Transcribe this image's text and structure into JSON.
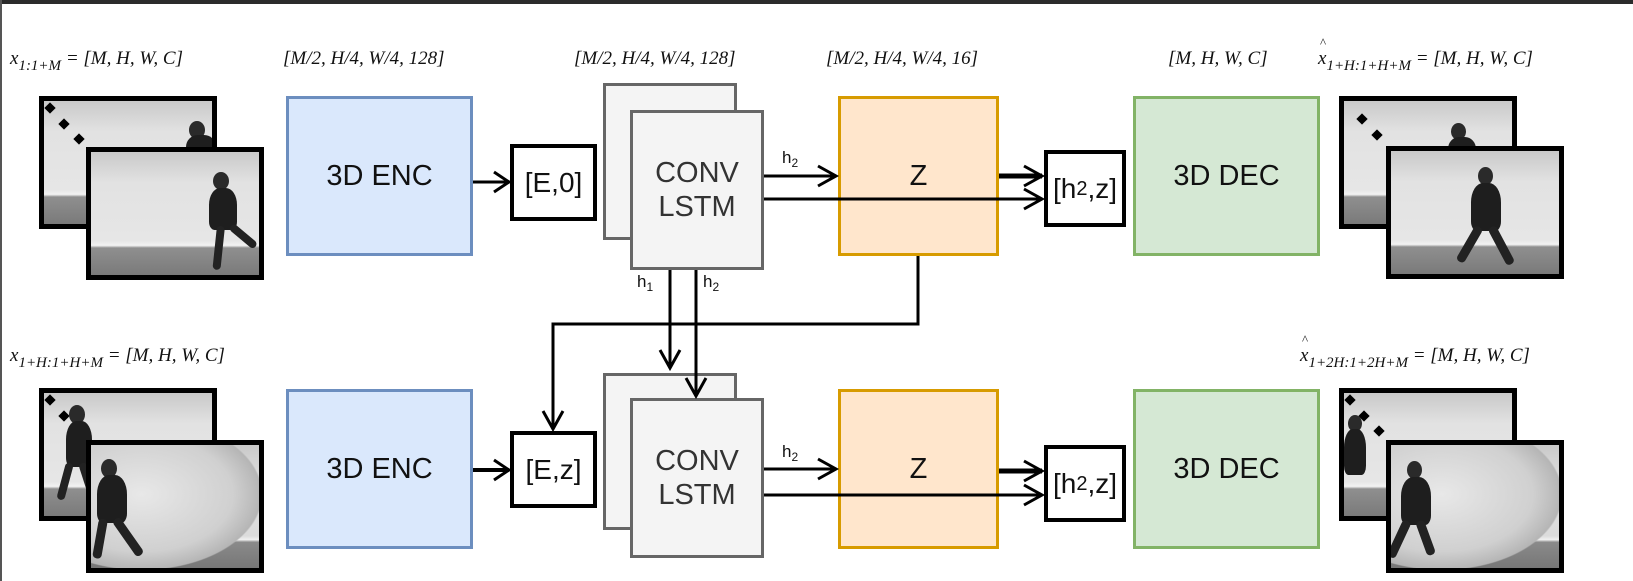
{
  "diagram": {
    "top_row": {
      "input_label": {
        "var": "x",
        "sub": "1:1+M",
        "shape": "= [M, H, W, C]"
      },
      "enc_shape": "[M/2, H/4, W/4, 128]",
      "lstm_shape": "[M/2, H/4, W/4, 128]",
      "z_shape": "[M/2, H/4, W/4, 16]",
      "dec_shape": "[M, H, W, C]",
      "output_label": {
        "var": "x",
        "sub": "1+H:1+H+M",
        "shape": "= [M, H, W, C]"
      },
      "encoder": "3D ENC",
      "concat_in": "[E,0]",
      "lstm_line1": "CONV",
      "lstm_line2": "LSTM",
      "z": "Z",
      "concat_out_pre": "[h",
      "concat_out_sub": "2",
      "concat_out_post": ",z]",
      "decoder": "3D DEC",
      "h2_label": "h",
      "h2_sub": "2"
    },
    "bottom_row": {
      "input_label": {
        "var": "x",
        "sub": "1+H:1+H+M",
        "shape": "= [M, H, W, C]"
      },
      "output_label": {
        "var": "x",
        "sub": "1+2H:1+2H+M",
        "shape": "= [M, H, W, C]"
      },
      "encoder": "3D ENC",
      "concat_in": "[E,z]",
      "lstm_line1": "CONV",
      "lstm_line2": "LSTM",
      "z": "Z",
      "concat_out_pre": "[h",
      "concat_out_sub": "2",
      "concat_out_post": ",z]",
      "decoder": "3D DEC",
      "h2_label": "h",
      "h2_sub": "2"
    },
    "state_labels": {
      "h1": "h",
      "h1_sub": "1",
      "h2": "h",
      "h2_sub": "2"
    },
    "colors": {
      "encoder_fill": "#dae8fc",
      "encoder_border": "#6c8ebf",
      "decoder_fill": "#d5e8d4",
      "decoder_border": "#82b366",
      "z_fill": "#ffe6cc",
      "z_border": "#d79b00",
      "lstm_fill": "#f4f4f4",
      "lstm_border": "#666666"
    }
  }
}
